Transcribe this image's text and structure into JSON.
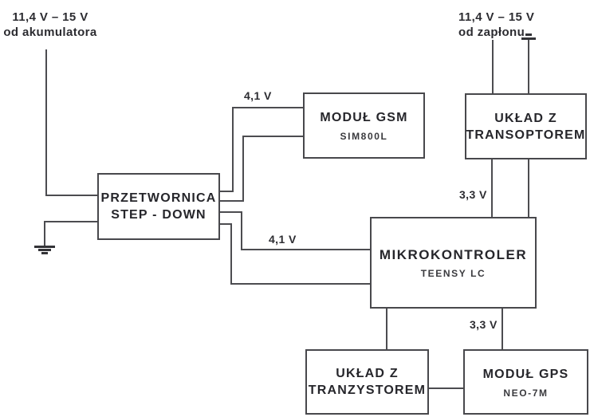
{
  "colors": {
    "background": "#ffffff",
    "wire": "#4c4c50",
    "block_border": "#48484c",
    "text": "#26262b"
  },
  "supplies": {
    "battery": {
      "line1": "11,4 V – 15 V",
      "line2": "od akumulatora"
    },
    "ignition": {
      "line1": "11,4 V – 15 V",
      "line2": "od zapłonu"
    }
  },
  "voltage_labels": {
    "gsm_supply": "4,1 V",
    "mcu_supply": "4,1 V",
    "optocoupler_to_mcu": "3,3 V",
    "gps_supply": "3,3 V"
  },
  "blocks": {
    "stepdown": {
      "title_line1": "PRZETWORNICA",
      "title_line2": "STEP - DOWN"
    },
    "gsm": {
      "title": "MODUŁ GSM",
      "subtitle": "SIM800L"
    },
    "optocoupler": {
      "title_line1": "UKŁAD Z",
      "title_line2": "TRANSOPTOREM"
    },
    "mcu": {
      "title": "MIKROKONTROLER",
      "subtitle": "TEENSY LC"
    },
    "transistor": {
      "title_line1": "UKŁAD Z",
      "title_line2": "TRANZYSTOREM"
    },
    "gps": {
      "title": "MODUŁ GPS",
      "subtitle": "NEO-7M"
    }
  },
  "icons": {
    "battery_ground": "ground-icon",
    "ignition_ground": "ground-icon"
  }
}
